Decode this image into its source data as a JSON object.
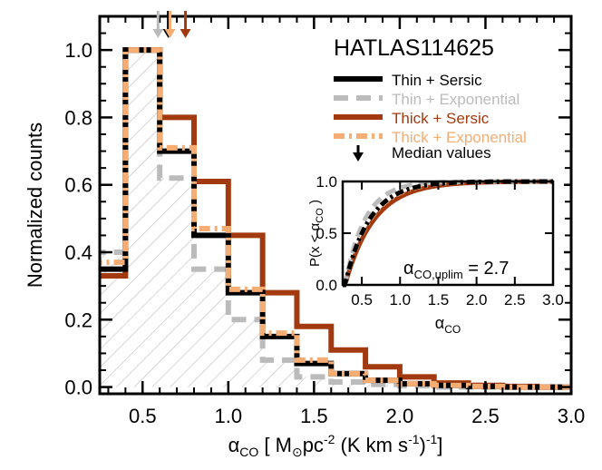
{
  "chart_data": {
    "type": "histogram",
    "title": "HATLAS114625",
    "xlabel_base": "α",
    "xlabel_sub": "CO",
    "xlabel_rest": " [ M",
    "xlabel_sun": "⊙",
    "xlabel_pc": "pc",
    "xlabel_exp1": "-2",
    "xlabel_kms": " (K km s",
    "xlabel_exp2": "-1",
    "xlabel_close": ")",
    "xlabel_exp3": "-1",
    "xlabel_end": "]",
    "ylabel": "Normalized counts",
    "xlim": [
      0.25,
      3.0
    ],
    "ylim": [
      -0.02,
      1.1
    ],
    "xticks": [
      "0.5",
      "1.0",
      "1.5",
      "2.0",
      "2.5",
      "3.0"
    ],
    "yticks": [
      "0.0",
      "0.2",
      "0.4",
      "0.6",
      "0.8",
      "1.0"
    ],
    "bin_edges": [
      0.2,
      0.4,
      0.6,
      0.8,
      1.0,
      1.2,
      1.4,
      1.6,
      1.8,
      2.0,
      2.2,
      2.4,
      2.6,
      2.8,
      3.0
    ],
    "series": [
      {
        "name": "Thin + Sersic",
        "color": "#000000",
        "style": "solid",
        "values": [
          0.35,
          1.0,
          0.7,
          0.45,
          0.28,
          0.15,
          0.07,
          0.04,
          0.02,
          0.01,
          0.005,
          0.002,
          0.0,
          0.0
        ]
      },
      {
        "name": "Thin + Exponential",
        "color": "#bbbbbb",
        "style": "dashed",
        "values": [
          0.4,
          1.0,
          0.62,
          0.35,
          0.2,
          0.08,
          0.03,
          0.015,
          0.008,
          0.004,
          0.0,
          0.0,
          0.0,
          0.0
        ]
      },
      {
        "name": "Thick + Sersic",
        "color": "#a33a0f",
        "style": "solid",
        "values": [
          0.33,
          1.0,
          0.8,
          0.61,
          0.45,
          0.28,
          0.18,
          0.11,
          0.06,
          0.03,
          0.012,
          0.005,
          0.002,
          0.0
        ]
      },
      {
        "name": "Thick + Exponential",
        "color": "#f5ad74",
        "style": "dashdot",
        "values": [
          0.37,
          1.0,
          0.71,
          0.47,
          0.29,
          0.16,
          0.08,
          0.04,
          0.02,
          0.01,
          0.005,
          0.002,
          0.0,
          0.0
        ]
      }
    ],
    "legend_extra": "Median values",
    "medians": [
      {
        "series": "Thin + Exponential",
        "x": 0.59,
        "color": "#bbbbbb"
      },
      {
        "series": "Thin + Sersic",
        "x": 0.65,
        "color": "#000000"
      },
      {
        "series": "Thick + Exponential",
        "x": 0.66,
        "color": "#f5ad74"
      },
      {
        "series": "Thick + Sersic",
        "x": 0.75,
        "color": "#a33a0f"
      }
    ],
    "hatched_series": "Thin + Exponential",
    "inset": {
      "type": "line",
      "xlabel_base": "α",
      "xlabel_sub": "CO",
      "ylabel_pre": "P(x < α",
      "ylabel_sub": "CO",
      "ylabel_post": " )",
      "xlim": [
        0.25,
        3.0
      ],
      "ylim": [
        0.0,
        1.0
      ],
      "xticks": [
        "0.5",
        "1.0",
        "1.5",
        "2.0",
        "2.5",
        "3.0"
      ],
      "yticks": [
        "0.0",
        "0.5",
        "1.0"
      ],
      "annotation_base": "α",
      "annotation_sub": "CO,uplim",
      "annotation_rest": " = 2.7",
      "series": [
        {
          "name": "Thick + Sersic",
          "color": "#a33a0f",
          "style": "solid",
          "x0": 0.28,
          "tau": 0.38
        },
        {
          "name": "Thick + Exponential",
          "color": "#f5ad74",
          "style": "dashdot",
          "x0": 0.28,
          "tau": 0.33
        },
        {
          "name": "Thin + Exponential",
          "color": "#bbbbbb",
          "style": "dashed",
          "x0": 0.28,
          "tau": 0.26
        },
        {
          "name": "Thin + Sersic",
          "color": "#000000",
          "style": "dashdot",
          "x0": 0.28,
          "tau": 0.32
        }
      ]
    }
  }
}
